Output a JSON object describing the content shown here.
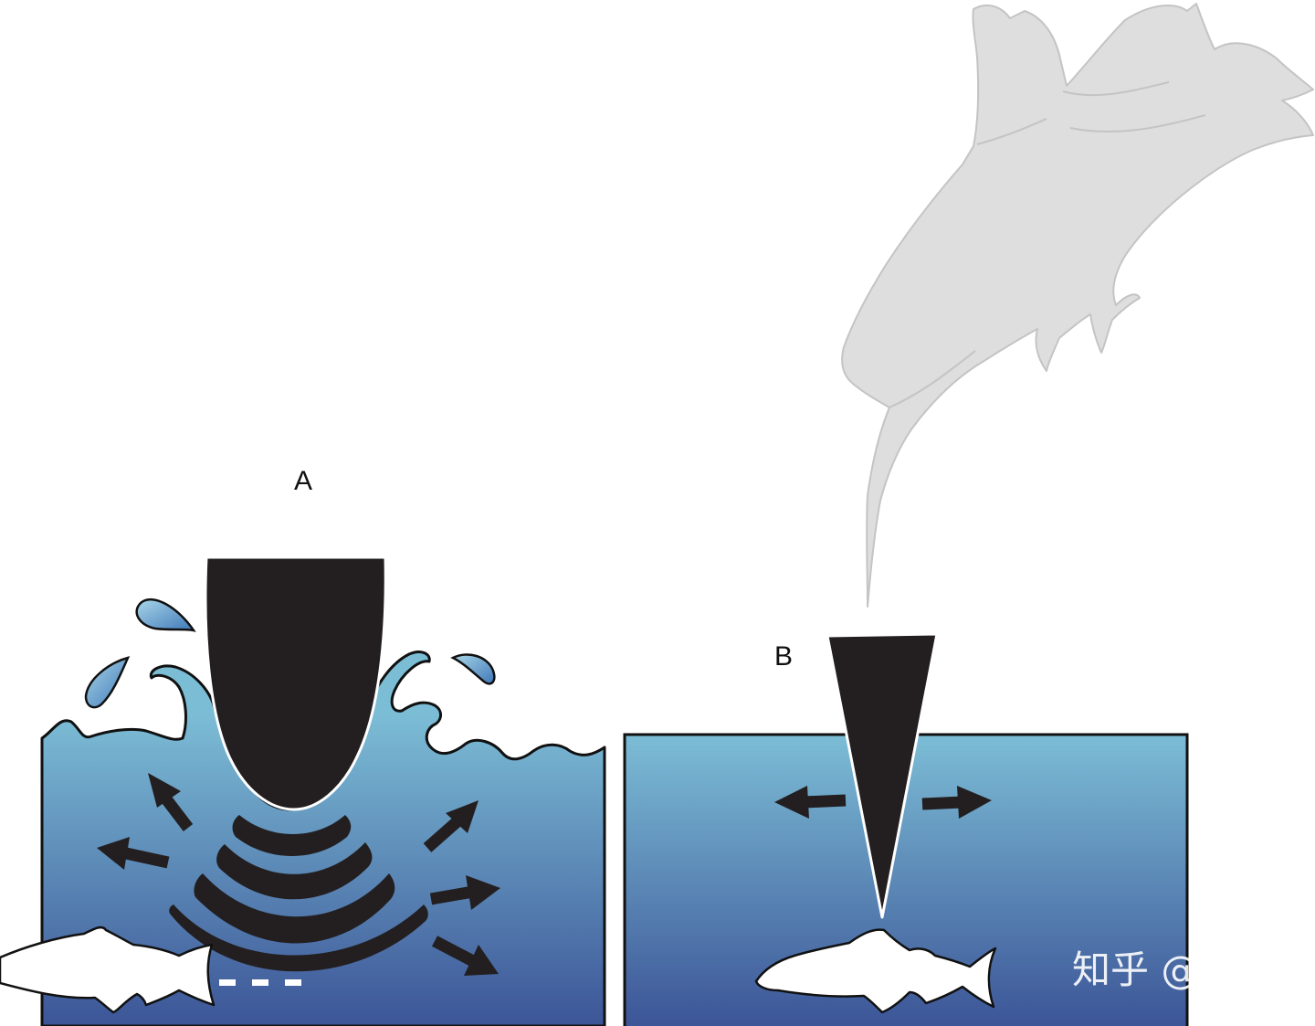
{
  "panels": {
    "a": {
      "label": "A"
    },
    "b": {
      "label": "B"
    }
  },
  "watermark": {
    "text": "知乎 @李存"
  },
  "icons": {
    "blunt_body": "blunt-body-icon",
    "wedge": "wedge-icon",
    "fish": "fish-icon",
    "bird": "diving-bird-silhouette-icon",
    "arrow": "arrow-icon",
    "splash": "water-splash-icon",
    "droplet": "water-droplet-icon",
    "pressure_wave": "pressure-wave-icon"
  },
  "colors": {
    "water_top": "#7cbdd6",
    "water_bottom": "#3c5597",
    "object_fill": "#231f20",
    "fish_fill": "#ffffff",
    "bird_fill": "#dedede",
    "bird_stroke": "#c4c4c4"
  }
}
